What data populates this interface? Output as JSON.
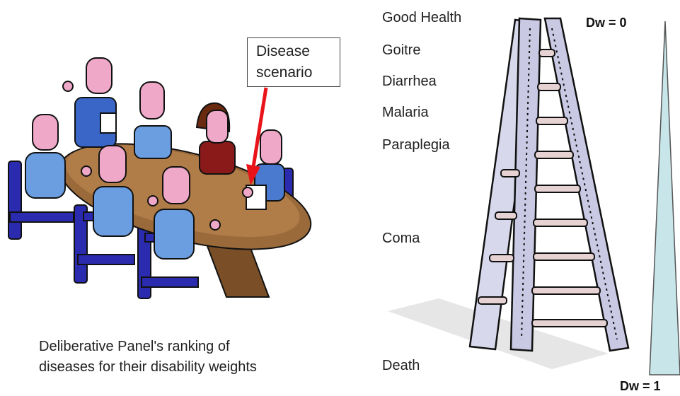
{
  "callout": {
    "line1": "Disease",
    "line2": "scenario"
  },
  "caption": "Deliberative Panel's ranking of diseases for their disability weights",
  "ladder_labels": [
    "Good Health",
    "Goitre",
    "Diarrhea",
    "Malaria",
    "Paraplegia",
    "Coma",
    "Death"
  ],
  "scale": {
    "top_label": "Dw = 0",
    "bottom_label": "Dw = 1"
  },
  "colors": {
    "table": "#9a6a3a",
    "chair": "#2b2bb0",
    "skin": "#f0a8c8",
    "arrow": "#e8141a",
    "ladder": "#c9c9e4",
    "rung": "#e6d2d2",
    "triangle": "#c8e6ea"
  }
}
